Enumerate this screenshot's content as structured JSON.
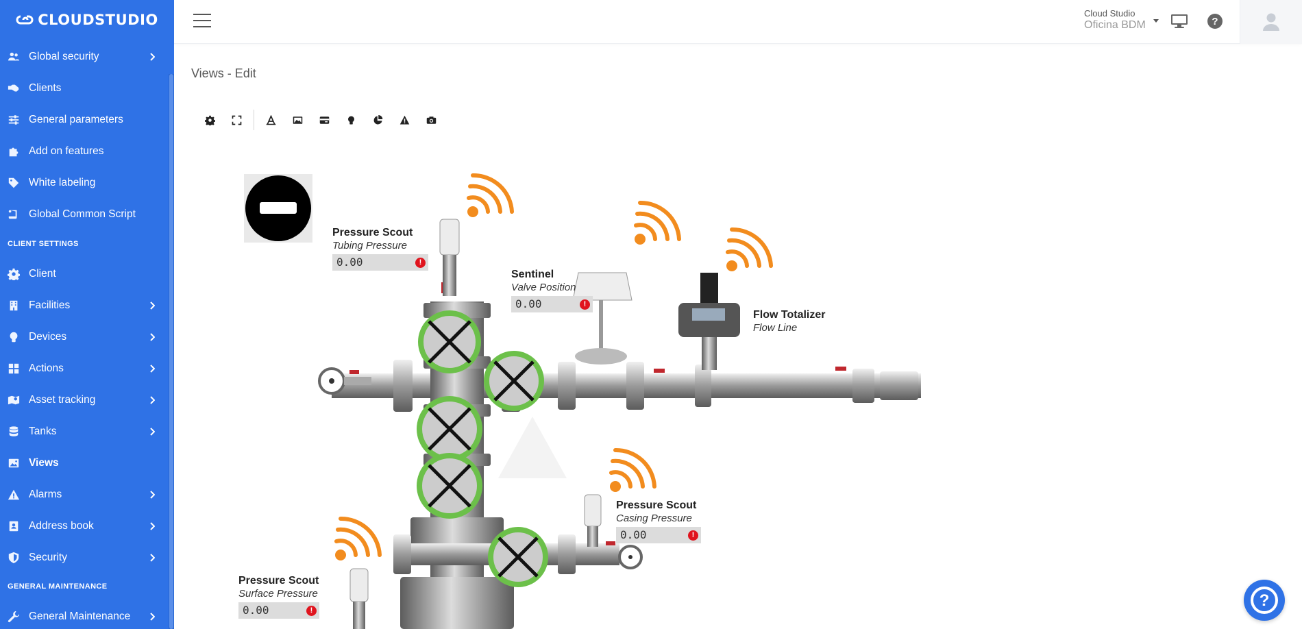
{
  "brand": {
    "name": "CLOUDSTUDIO"
  },
  "sidebar": {
    "items": [
      {
        "label": "Global security",
        "icon": "users-icon",
        "has_children": true
      },
      {
        "label": "Clients",
        "icon": "handshake-icon",
        "has_children": false
      },
      {
        "label": "General parameters",
        "icon": "sliders-icon",
        "has_children": false
      },
      {
        "label": "Add on features",
        "icon": "puzzle-icon",
        "has_children": false
      },
      {
        "label": "White labeling",
        "icon": "tag-icon",
        "has_children": false
      },
      {
        "label": "Global Common Script",
        "icon": "scroll-icon",
        "has_children": false
      }
    ],
    "section_client": "CLIENT SETTINGS",
    "client_items": [
      {
        "label": "Client",
        "icon": "gear-icon",
        "has_children": false
      },
      {
        "label": "Facilities",
        "icon": "building-icon",
        "has_children": true
      },
      {
        "label": "Devices",
        "icon": "lightbulb-icon",
        "has_children": true
      },
      {
        "label": "Actions",
        "icon": "grid-icon",
        "has_children": true
      },
      {
        "label": "Asset tracking",
        "icon": "map-icon",
        "has_children": true
      },
      {
        "label": "Tanks",
        "icon": "database-icon",
        "has_children": true
      },
      {
        "label": "Views",
        "icon": "image-icon",
        "has_children": false,
        "active": true
      },
      {
        "label": "Alarms",
        "icon": "warning-icon",
        "has_children": true
      },
      {
        "label": "Address book",
        "icon": "address-book-icon",
        "has_children": true
      },
      {
        "label": "Security",
        "icon": "shield-icon",
        "has_children": true
      }
    ],
    "section_maintenance": "GENERAL MAINTENANCE",
    "maintenance_items": [
      {
        "label": "General Maintenance",
        "icon": "wrench-icon",
        "has_children": true
      }
    ]
  },
  "topbar": {
    "org_small": "Cloud Studio",
    "org_name": "Oficina BDM"
  },
  "page": {
    "title": "Views - Edit"
  },
  "toolbar": {
    "tools": [
      "gear-icon",
      "fullscreen-icon",
      "text-icon",
      "image-icon",
      "card-icon",
      "lightbulb-icon",
      "pie-chart-icon",
      "warning-icon",
      "camera-icon"
    ]
  },
  "widgets": [
    {
      "title": "Pressure Scout",
      "subtitle": "Tubing Pressure",
      "value": "0.00"
    },
    {
      "title": "Sentinel",
      "subtitle": "Valve Position",
      "value": "0.00"
    },
    {
      "title": "Flow Totalizer",
      "subtitle": "Flow Line"
    },
    {
      "title": "Pressure Scout",
      "subtitle": "Casing Pressure",
      "value": "0.00"
    },
    {
      "title": "Pressure Scout",
      "subtitle": "Surface Pressure",
      "value": "0.00"
    }
  ],
  "colors": {
    "sidebar": "#2f72e6",
    "valve_ring": "#6cc04a",
    "signal": "#f28c1e",
    "error": "#e0141e"
  }
}
